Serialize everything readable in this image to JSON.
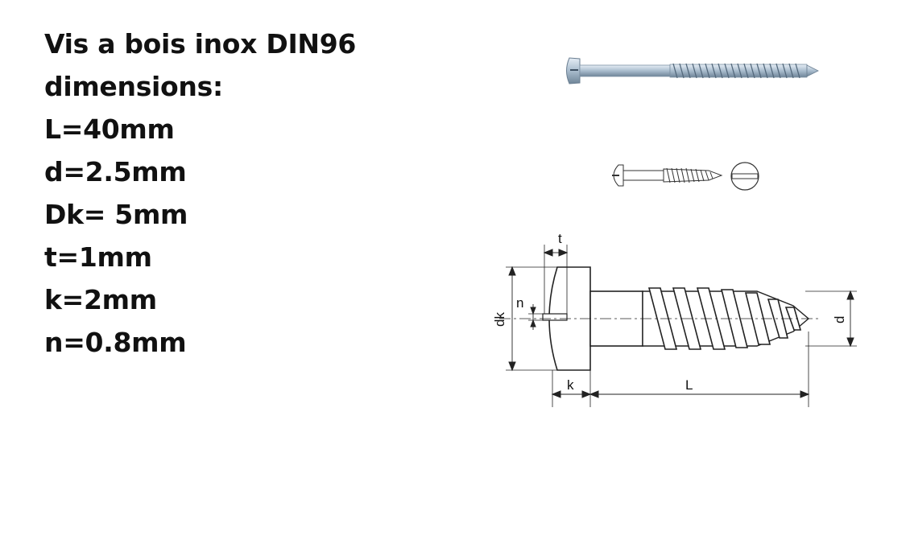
{
  "title": "Vis a bois inox DIN96",
  "subtitle": "dimensions:",
  "specs": [
    "L=40mm",
    "d=2.5mm",
    "Dk= 5mm",
    "t=1mm",
    "k=2mm",
    "n=0.8mm"
  ],
  "drawing_labels": {
    "t": "t",
    "n": "n",
    "dk": "dk",
    "k": "k",
    "L": "L",
    "d": "d"
  }
}
